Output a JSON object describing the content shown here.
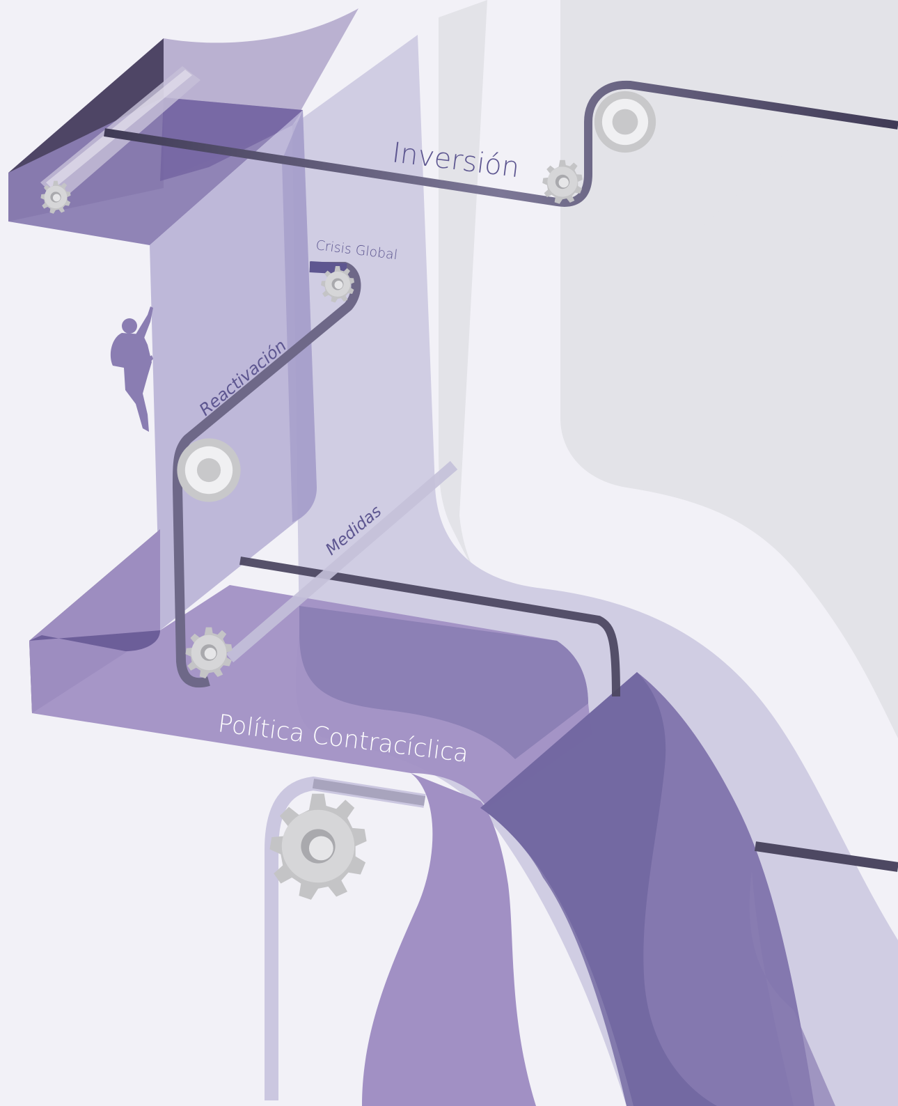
{
  "labels": {
    "inversion": "Inversión",
    "crisis_global": "Crisis Global",
    "reactivacion": "Reactivación",
    "medidas": "Medidas",
    "politica": "Política Contracíclica"
  },
  "colors": {
    "background": "#f2f1f7",
    "light_grey": "#e3e3e8",
    "lavender_light": "#d0cde3",
    "lavender_mid": "#bbb5d8",
    "purple": "#8a7db2",
    "purple_bright": "#a190c4",
    "purple_deep": "#6f659f",
    "purple_dark": "#554a6e",
    "belt": "#4d4862",
    "gear": "#d4d4d6",
    "label_purple": "#5d5690",
    "label_white": "#ffffff"
  },
  "icons": [
    "gear-icon",
    "climber-icon"
  ]
}
